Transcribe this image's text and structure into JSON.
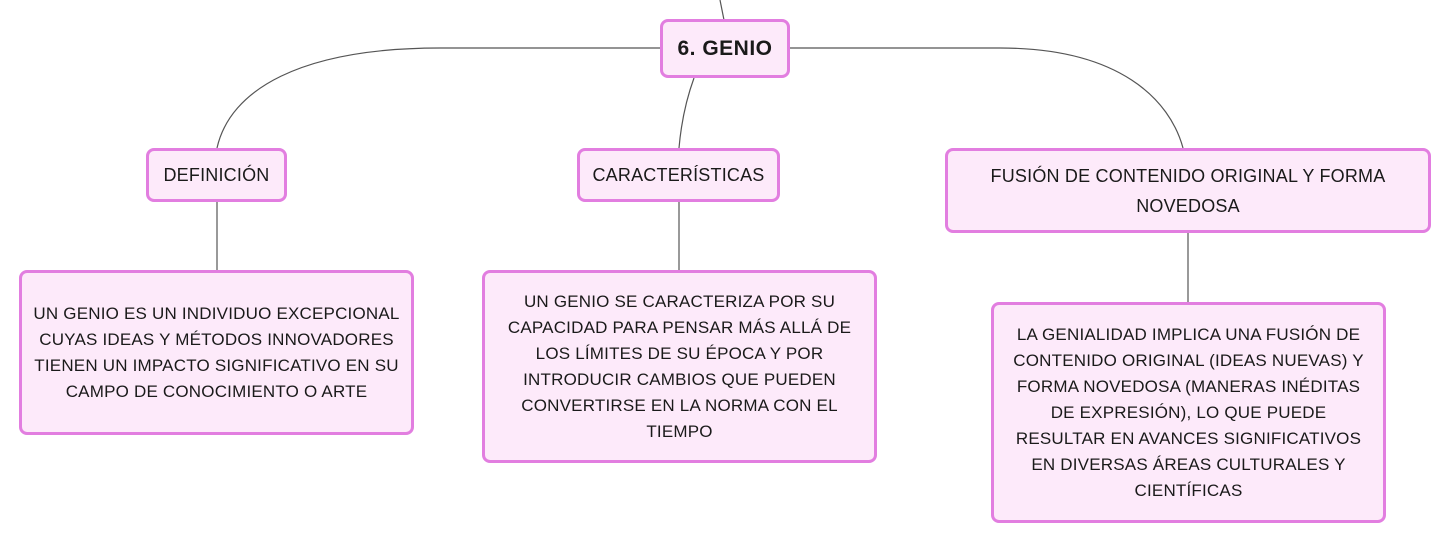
{
  "root": {
    "label": "6. GENIO"
  },
  "topics": [
    {
      "label": "DEFINICIÓN"
    },
    {
      "label": "CARACTERÍSTICAS"
    },
    {
      "label": "FUSIÓN DE CONTENIDO ORIGINAL Y FORMA NOVEDOSA"
    }
  ],
  "details": [
    {
      "text": "UN GENIO ES UN INDIVIDUO EXCEPCIONAL CUYAS IDEAS Y MÉTODOS INNOVADORES TIENEN UN IMPACTO SIGNIFICATIVO EN SU CAMPO DE CONOCIMIENTO O ARTE"
    },
    {
      "text": "UN GENIO SE CARACTERIZA POR SU CAPACIDAD PARA PENSAR MÁS ALLÁ DE LOS LÍMITES DE SU ÉPOCA Y POR INTRODUCIR CAMBIOS QUE PUEDEN CONVERTIRSE EN LA NORMA CON EL TIEMPO"
    },
    {
      "text": "LA GENIALIDAD IMPLICA UNA FUSIÓN DE CONTENIDO ORIGINAL (IDEAS NUEVAS) Y FORMA NOVEDOSA (MANERAS INÉDITAS DE EXPRESIÓN), LO QUE PUEDE RESULTAR EN AVANCES SIGNIFICATIVOS EN DIVERSAS ÁREAS CULTURALES Y CIENTÍFICAS"
    }
  ],
  "colors": {
    "node_fill": "#fdeafa",
    "node_border": "#e27ee0",
    "connector": "#555555"
  }
}
